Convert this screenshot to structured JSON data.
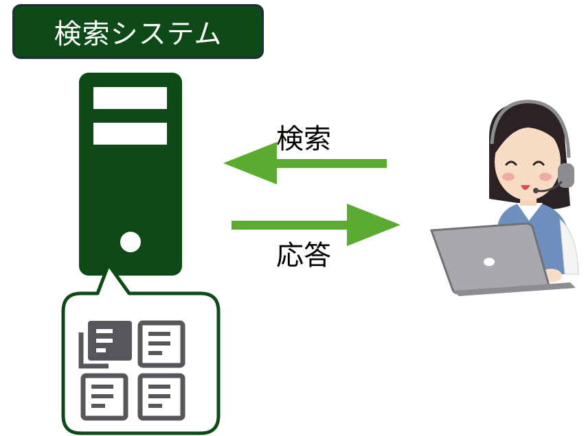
{
  "title": "検索システム",
  "arrows": {
    "search_label": "検索",
    "answer_label": "応答"
  },
  "colors": {
    "server": "#0d4a17",
    "title_bg": "#0d4a17",
    "arrow": "#5aab2f",
    "doc_icon": "#55575b",
    "bubble_border": "#0d4a17"
  },
  "icons": {
    "server": "server-icon",
    "documents": "document-icon",
    "operator": "operator-with-laptop"
  }
}
